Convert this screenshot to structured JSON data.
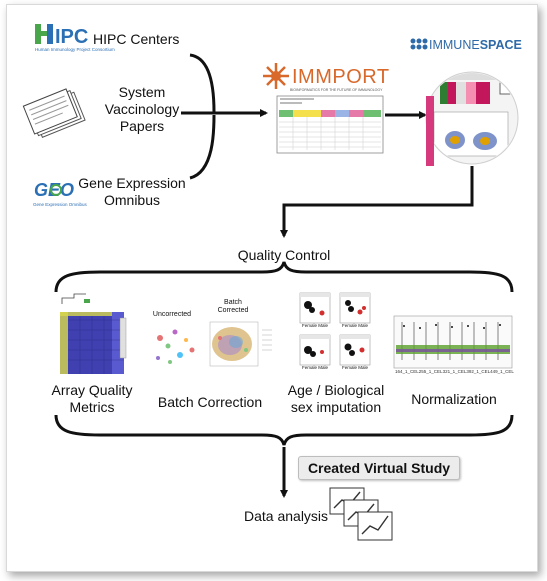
{
  "sources": {
    "hipc_logo": "HIPC",
    "hipc_logo_sub": "Human Immunology Project Consortium",
    "hipc_label": "HIPC Centers",
    "papers_label_lines": [
      "System",
      "Vaccinology",
      "Papers"
    ],
    "geo_logo": "GEO",
    "geo_logo_sub": "Gene Expression Omnibus",
    "geo_label_lines": [
      "Gene Expression",
      "Omnibus"
    ]
  },
  "immport": {
    "logo": "IMMPORT",
    "tagline": "BIOINFORMATICS FOR THE FUTURE OF IMMUNOLOGY"
  },
  "immunespace": {
    "logo_prefix": "IMMUNE",
    "logo_suffix": "SPACE"
  },
  "quality_control": {
    "label": "Quality Control"
  },
  "qc_steps": {
    "array_quality_lines": [
      "Array Quality",
      "Metrics"
    ],
    "batch_correction": "Batch Correction",
    "batch_uncorrected": "Uncorrected",
    "batch_corrected_lines": [
      "Batch",
      "Corrected"
    ],
    "age_sex_lines": [
      "Age / Biological",
      "sex imputation"
    ],
    "sex_axis_label": "Female  Male",
    "normalization": "Normalization",
    "norm_ticks": [
      "164_1_CEL",
      "255_1_CEL",
      "321_1_CEL",
      "392_1_CEL",
      "449_1_CEL"
    ]
  },
  "outputs": {
    "created_virtual_study": "Created Virtual Study",
    "data_analysis": "Data analysis"
  },
  "colors": {
    "arrow": "#111111",
    "hipc_blue": "#2b6fb5",
    "hipc_green": "#4aa64a",
    "immport_orange": "#d9682b",
    "immunespace_blue": "#2f6aa8",
    "heatmap_blue": "#3f3fa8",
    "norm_green": "#5aa02c",
    "norm_purple": "#7a4fa0"
  }
}
